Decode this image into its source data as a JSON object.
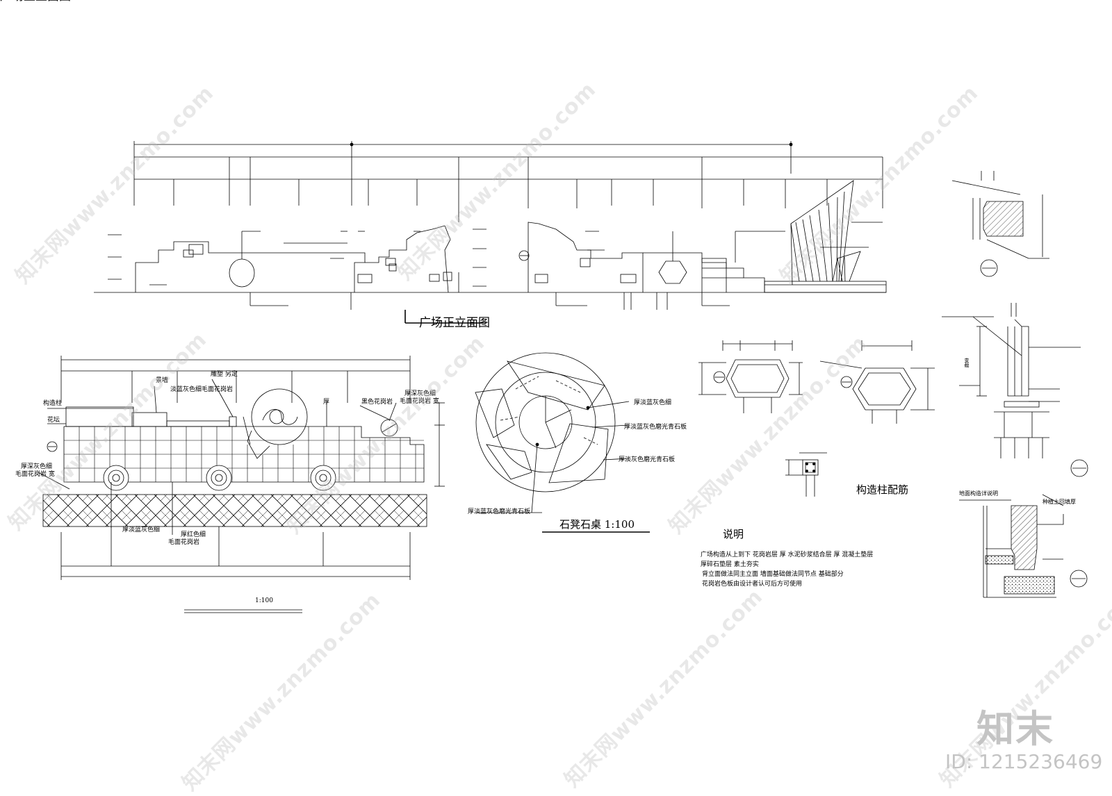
{
  "titles": {
    "elevation": "广场正立面图",
    "bench": "石凳石桌 1:100",
    "rebar": "构造柱配筋",
    "notes_heading": "说明",
    "plan_scale": "1:100"
  },
  "plan_labels": {
    "column": "构造柱",
    "flowerbed": "花坛",
    "wall": "景墙",
    "sculpture": "雕塑 另定",
    "pale_blue_granite": "淡蓝灰色细毛面花岗岩",
    "thick1": "厚",
    "black_granite": "黑色花岗岩",
    "deep_gray_1": "厚深灰色细",
    "deep_gray_2": "毛面花岗岩  宽",
    "left_deep_gray_1": "厚深灰色细",
    "left_deep_gray_2": "毛面花岗岩  宽",
    "bottom_pale_blue": "厚淡蓝灰色细",
    "red_granite_1": "厚红色细",
    "red_granite_2": "毛面花岗岩"
  },
  "bench_labels": {
    "a": "厚淡蓝灰色细",
    "b": "厚淡蓝灰色磨光青石板",
    "c": "厚淡灰色磨光青石板",
    "d": "厚淡蓝灰色磨光青石板"
  },
  "detail_labels": {
    "elevation_note": "变截",
    "ground_detail": "地面构造详说明",
    "planting": "种植土回填厚"
  },
  "notes": [
    "广场构造从上到下  花岗岩层      厚      水泥砂浆结合层       厚        混凝土垫层",
    "    厚碎石垫层  素土夯实",
    "背立面做法同主立面  墙面基础做法同节点   基础部分",
    "花岗岩色板由设计者认可后方可使用"
  ],
  "watermarks": [
    "知末网www.znzmo.com"
  ],
  "brand": {
    "logo": "知末",
    "id": "ID: 1215236469"
  }
}
